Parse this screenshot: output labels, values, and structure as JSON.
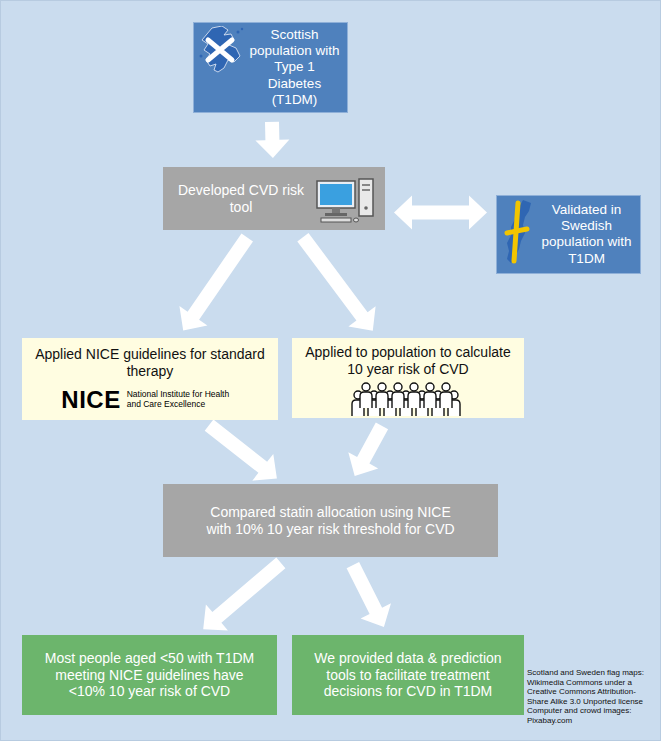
{
  "diagram": {
    "nodes": [
      {
        "text": [
          "Scottish population with Type 1 Diabetes (T1DM)"
        ]
      },
      {
        "text": [
          "Developed CVD risk tool"
        ]
      },
      {
        "text": [
          "Validated in Swedish population with T1DM"
        ]
      },
      {
        "text": [
          "Applied NICE guidelines for standard therapy",
          "NICE",
          "National Institute for Health and Care Excellence"
        ]
      },
      {
        "text": [
          "Applied to population to calculate 10 year risk of CVD"
        ]
      },
      {
        "text": [
          "Compared statin allocation using NICE with 10% 10 year risk threshold for CVD"
        ]
      },
      {
        "text": [
          "Most people aged <50 with T1DM meeting NICE guidelines have <10% 10 year risk of CVD"
        ]
      },
      {
        "text": [
          "We provided data & prediction tools to facilitate treatment decisions for CVD in T1DM"
        ]
      }
    ],
    "edges": [
      {
        "from": 0,
        "to": 1,
        "arrow": "to"
      },
      {
        "from": 1,
        "to": 2,
        "arrow": "both"
      },
      {
        "from": 1,
        "to": 3,
        "arrow": "to"
      },
      {
        "from": 1,
        "to": 4,
        "arrow": "to"
      },
      {
        "from": 3,
        "to": 5,
        "arrow": "to"
      },
      {
        "from": 4,
        "to": 5,
        "arrow": "to"
      },
      {
        "from": 5,
        "to": 6,
        "arrow": "to"
      },
      {
        "from": 5,
        "to": 7,
        "arrow": "to"
      }
    ],
    "labels": [
      "Scotland and Sweden flag maps: Wikimedia Commons under a Creative Commons Attribution-Share Alike 3.0 Unported license",
      "Computer and crowd images: Pixabay.com"
    ]
  }
}
